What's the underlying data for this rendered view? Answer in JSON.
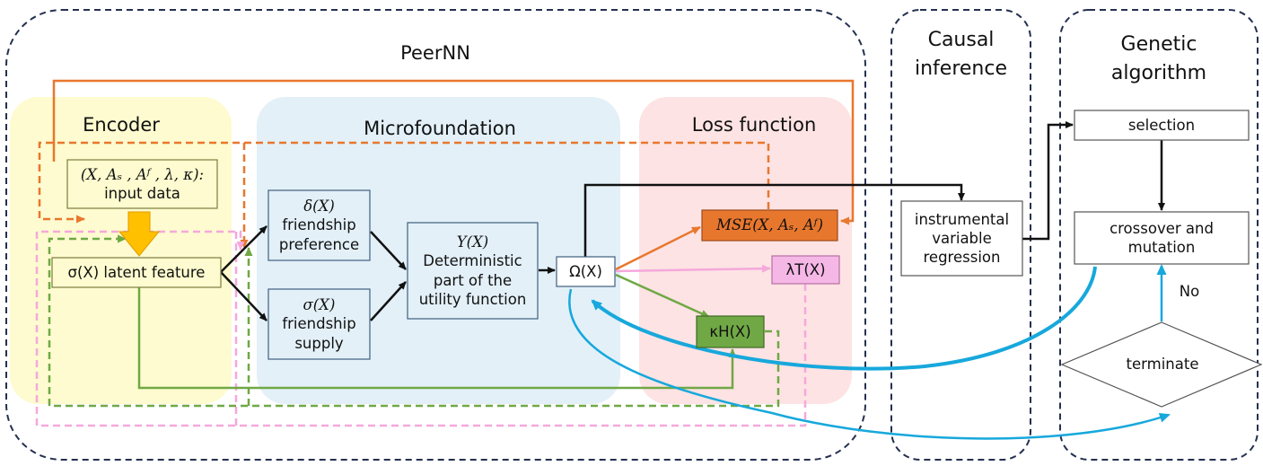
{
  "peernn": {
    "title": "PeerNN"
  },
  "causal": {
    "title_lines": [
      "Causal",
      "inference"
    ],
    "box_lines": [
      "instrumental",
      "variable",
      "regression"
    ]
  },
  "genetic": {
    "title_lines": [
      "Genetic",
      "algorithm"
    ],
    "selection": "selection",
    "crossover_lines": [
      "crossover and",
      "mutation"
    ],
    "terminate": "terminate",
    "no_label": "No"
  },
  "encoder": {
    "title": "Encoder",
    "input_math": "(X, Aₛ , Aᶠ , λ, κ):",
    "input_text": "input data",
    "latent": "σ(X) latent feature"
  },
  "micro": {
    "title": "Microfoundation",
    "delta_math": "δ(X)",
    "delta_lines": [
      "friendship",
      "preference"
    ],
    "sigma_math": "σ(X)",
    "sigma_lines": [
      "friendship",
      "supply"
    ],
    "upsilon_math": "Υ(X)",
    "upsilon_lines": [
      "Deterministic",
      "part of the",
      "utility function"
    ],
    "omega": "Ω(X)"
  },
  "loss": {
    "title": "Loss function",
    "mse": "MSE(X, Aₛ, Aᶠ)",
    "lambda": "λT(X)",
    "kappa": "κH(X)"
  },
  "colors": {
    "encoder_bg": "#fdfbcf",
    "micro_bg": "#e3f0f8",
    "loss_bg": "#fde3e3",
    "orange": "#e8772e",
    "green": "#70a845",
    "pink": "#f5a8dc",
    "cyan": "#17a8dc",
    "navy": "#24304f"
  }
}
